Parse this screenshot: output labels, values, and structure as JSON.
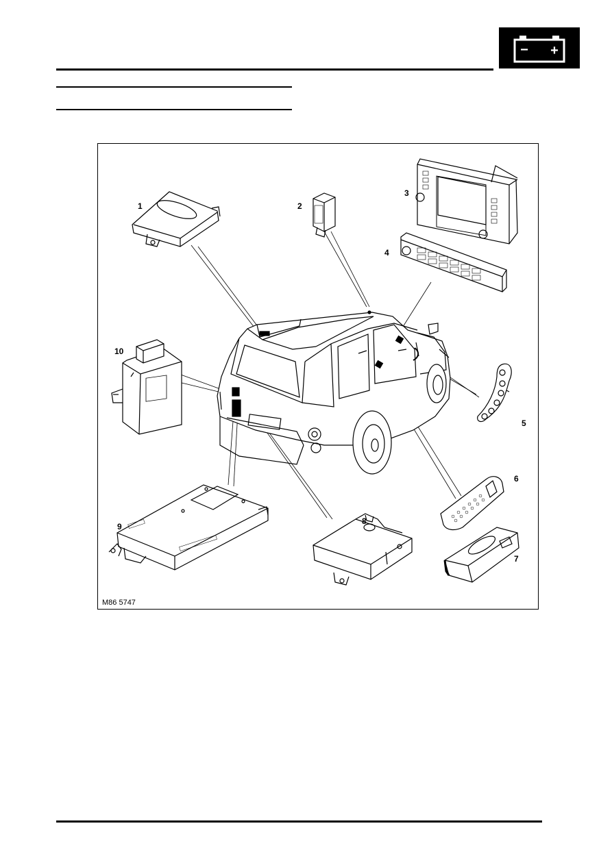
{
  "header": {
    "battery_icon": "battery-icon",
    "battery_minus": "−",
    "battery_plus": "+"
  },
  "figure": {
    "reference": "M86 5747",
    "callouts": [
      "1",
      "2",
      "3",
      "4",
      "5",
      "6",
      "7",
      "8",
      "9",
      "10"
    ]
  }
}
